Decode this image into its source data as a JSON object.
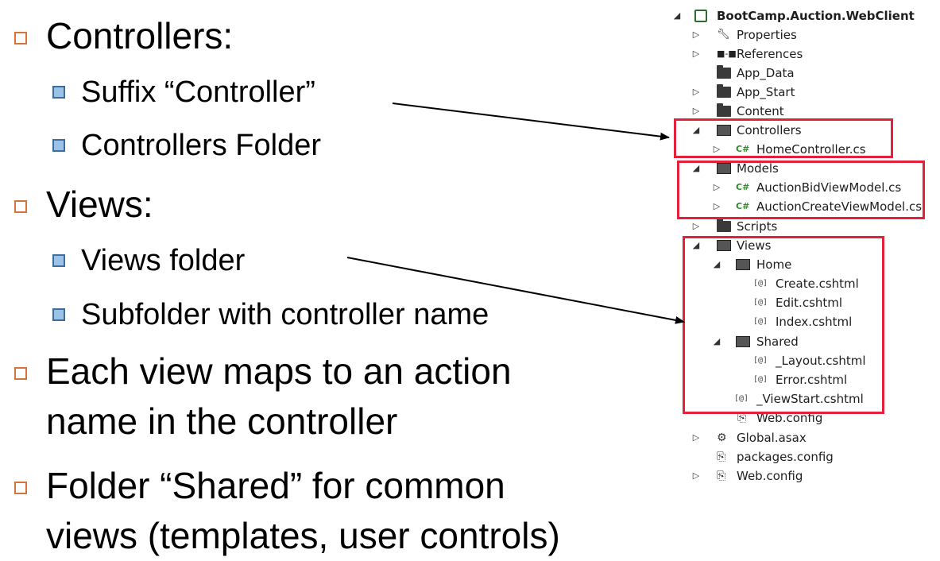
{
  "bullets": [
    {
      "level": 1,
      "text": "Controllers:"
    },
    {
      "level": 2,
      "text": "Suffix “Controller”"
    },
    {
      "level": 2,
      "text": "Controllers Folder"
    },
    {
      "level": 1,
      "text": "Views:"
    },
    {
      "level": 2,
      "text": "Views folder"
    },
    {
      "level": 2,
      "text": "Subfolder with controller name"
    },
    {
      "level": 1,
      "text": "Each view maps to an action"
    },
    {
      "level": 1,
      "text": "name in the controller"
    },
    {
      "level": 1,
      "text": "Folder “Shared” for common"
    },
    {
      "level": 1,
      "text": "views (templates, user controls)"
    }
  ],
  "tree": {
    "project": "BootCamp.Auction.WebClient",
    "properties": "Properties",
    "references": "References",
    "app_data": "App_Data",
    "app_start": "App_Start",
    "content": "Content",
    "controllers": "Controllers",
    "home_controller": "HomeController.cs",
    "models": "Models",
    "bid_vm": "AuctionBidViewModel.cs",
    "create_vm": "AuctionCreateViewModel.cs",
    "scripts": "Scripts",
    "views": "Views",
    "home": "Home",
    "create": "Create.cshtml",
    "edit": "Edit.cshtml",
    "index": "Index.cshtml",
    "shared": "Shared",
    "layout": "_Layout.cshtml",
    "error": "Error.cshtml",
    "viewstart": "_ViewStart.cshtml",
    "views_webconfig": "Web.config",
    "global": "Global.asax",
    "packages": "packages.config",
    "webconfig": "Web.config"
  },
  "icons": {
    "cs_glyph": "C#",
    "cshtml_glyph": "[@]",
    "expanded_glyph": "◢",
    "collapsed_glyph": "▷"
  },
  "colors": {
    "highlight": "#e4213b",
    "bullet_orange": "#d9733b",
    "bullet_blue": "#9cc3e5",
    "cs_green": "#2b8a2b"
  }
}
